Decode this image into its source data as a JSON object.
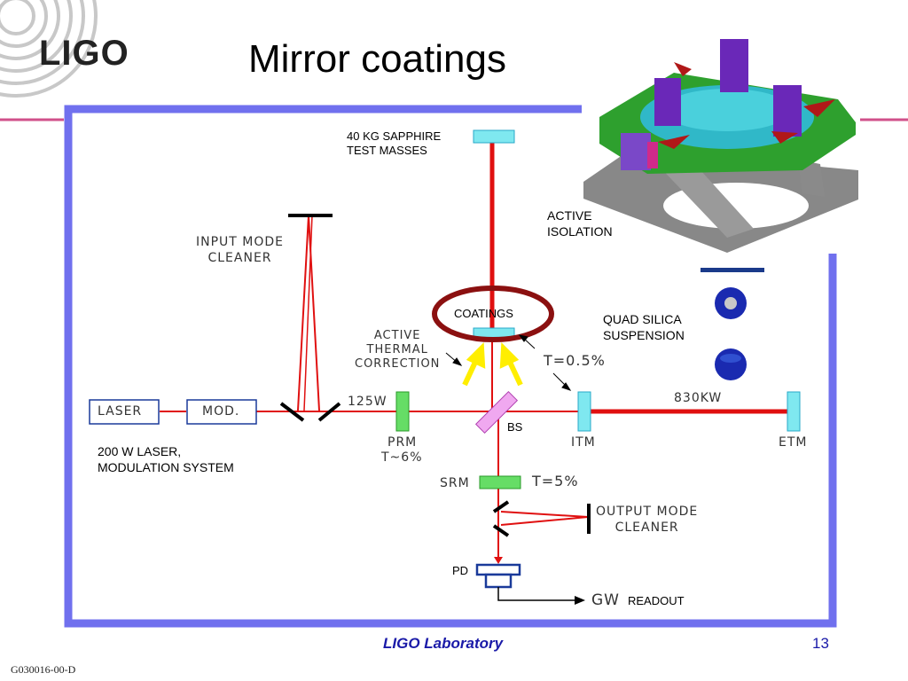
{
  "slide": {
    "title": "Mirror coatings",
    "logo": "LIGO",
    "footer_lab": "LIGO Laboratory",
    "page_number": "13",
    "doc_id": "G030016-00-D"
  },
  "diagram": {
    "test_masses": [
      "40 KG SAPPHIRE",
      "TEST MASSES"
    ],
    "active_isolation": [
      "ACTIVE",
      "ISOLATION"
    ],
    "input_mode_cleaner": [
      "INPUT MODE",
      "CLEANER"
    ],
    "coatings": "COATINGS",
    "quad_silica": [
      "QUAD SILICA",
      "SUSPENSION"
    ],
    "active_thermal": [
      "ACTIVE",
      "THERMAL",
      "CORRECTION"
    ],
    "t_itm": "T=0.5%",
    "laser": "LASER",
    "mod": "MOD.",
    "power_125": "125W",
    "bs": "BS",
    "power_830": "830KW",
    "laser_system": [
      "200 W LASER,",
      "MODULATION SYSTEM"
    ],
    "prm": "PRM",
    "t_prm": "T~6%",
    "itm": "ITM",
    "etm": "ETM",
    "srm": "SRM",
    "t_srm": "T=5%",
    "output_mode_cleaner": [
      "OUTPUT MODE",
      "CLEANER"
    ],
    "pd": "PD",
    "gw": "GW",
    "readout": "READOUT"
  },
  "colors": {
    "beam": "#e01010",
    "frame": "#6666ee",
    "footer_text": "#1a1aa8",
    "coating_ring": "#8b1010",
    "cyan_optic": "#7fe8f0",
    "green_optic": "#66dd66",
    "bs_optic": "#f0a8f0"
  }
}
